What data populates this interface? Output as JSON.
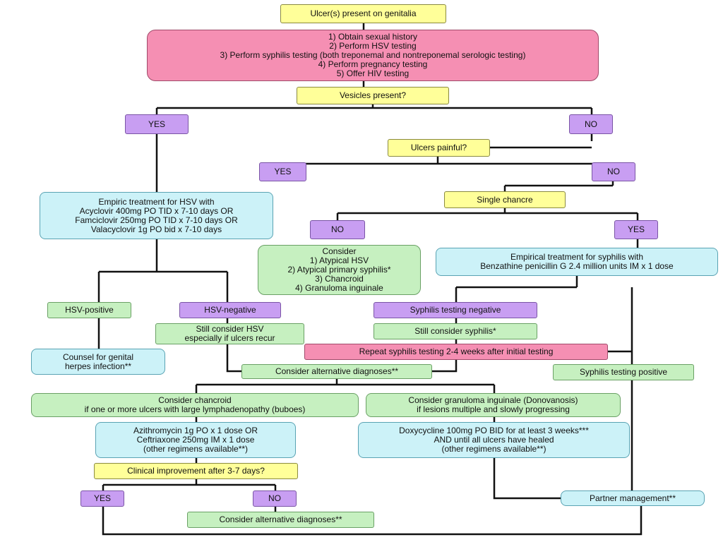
{
  "nodes": {
    "ulcers_present": "Ulcer(s) present on genitalia",
    "initial_steps": "1) Obtain sexual history\n2) Perform HSV testing\n3) Perform syphilis testing (both treponemal and nontreponemal serologic testing)\n4) Perform pregnancy testing\n5) Offer HIV testing",
    "vesicles_present": "Vesicles present?",
    "vesicles_yes": "YES",
    "vesicles_no": "NO",
    "ulcers_painful": "Ulcers painful?",
    "painful_yes": "YES",
    "painful_no": "NO",
    "empiric_hsv": "Empiric treatment for HSV with\nAcyclovir 400mg PO TID x 7-10 days OR\nFamciclovir 250mg PO TID x 7-10 days OR\nValacyclovir 1g PO bid x 7-10 days",
    "single_chancre": "Single chancre",
    "chancre_no": "NO",
    "chancre_yes": "YES",
    "consider_list": "Consider\n1) Atypical HSV\n2) Atypical primary syphilis*\n3) Chancroid\n4) Granuloma inguinale",
    "empirical_syphilis": "Empirical treatment for syphilis with\nBenzathine penicillin G 2.4 million units IM x 1 dose",
    "hsv_positive": "HSV-positive",
    "hsv_negative": "HSV-negative",
    "syphilis_negative": "Syphilis testing negative",
    "still_hsv": "Still consider HSV\nespecially if ulcers recur",
    "still_syphilis": "Still consider syphilis*",
    "counsel_herpes": "Counsel for genital\nherpes infection**",
    "repeat_syphilis": "Repeat syphilis testing 2-4 weeks after initial testing",
    "alt_dx_1": "Consider alternative diagnoses**",
    "syphilis_positive": "Syphilis testing positive",
    "consider_chancroid": "Consider chancroid\nif one or more ulcers with large lymphadenopathy (buboes)",
    "consider_granuloma": "Consider granuloma inguinale (Donovanosis)\nif lesions multiple and slowly progressing",
    "azithro": "Azithromycin 1g PO x 1 dose OR\nCeftriaxone 250mg IM x 1 dose\n(other regimens available**)",
    "doxy": "Doxycycline 100mg PO BID for at least 3 weeks***\nAND until all ulcers have healed\n(other regimens available**)",
    "clinical_improvement": "Clinical improvement after 3-7 days?",
    "improve_yes": "YES",
    "improve_no": "NO",
    "partner_mgmt": "Partner management**",
    "alt_dx_2": "Consider alternative diagnoses**"
  },
  "colors": {
    "decision": "#ffff99",
    "initial_steps": "#f58fb3",
    "answer": "#c89ef2",
    "consideration": "#c6f0c0",
    "treatment": "#ccf2f8",
    "connector": "#111111"
  }
}
